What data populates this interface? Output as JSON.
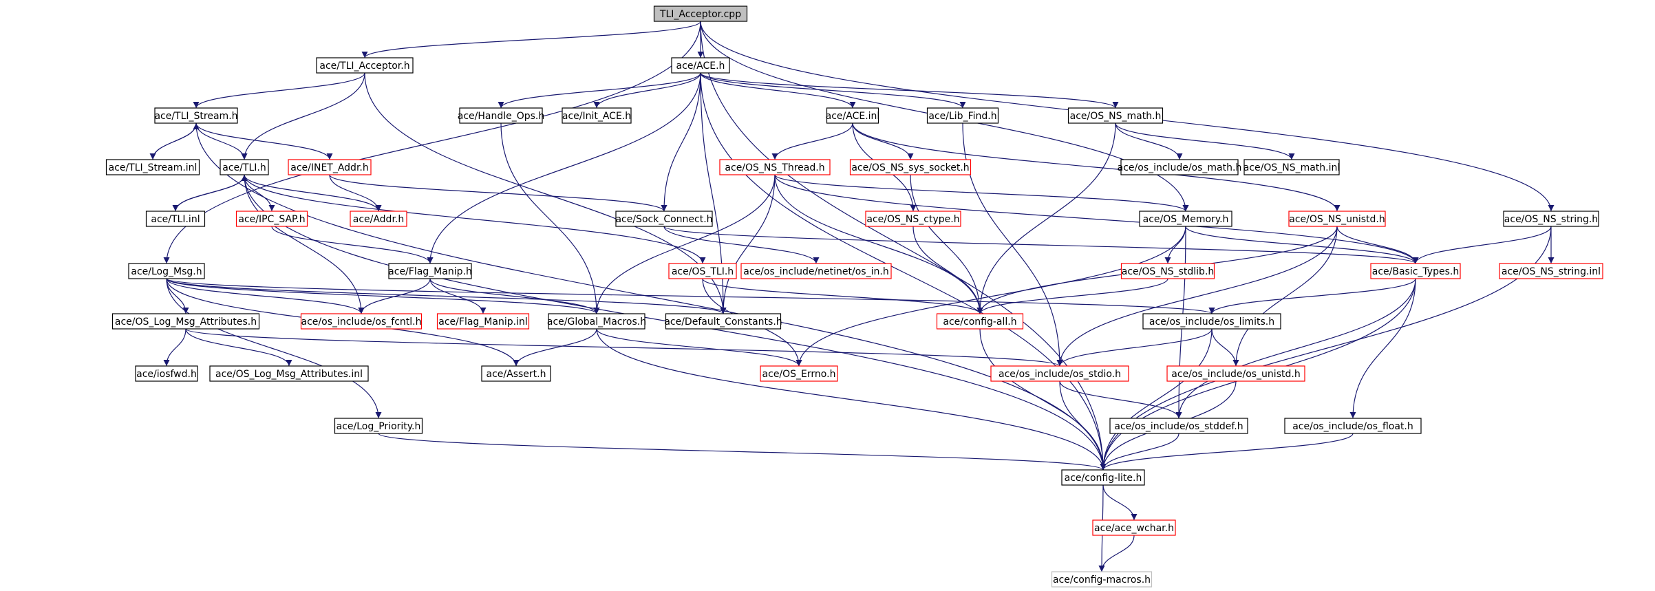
{
  "diagram": {
    "title": "",
    "colors": {
      "normal": "#000000",
      "missing": "#ff0000",
      "external": "#bfbfbf",
      "root_fill": "#bfbfbf",
      "edge": "#191970"
    },
    "nodes": [
      {
        "id": "root",
        "label": "TLI_Acceptor.cpp",
        "kind": "root"
      },
      {
        "id": "tliacc_h",
        "label": "ace/TLI_Acceptor.h",
        "kind": "normal"
      },
      {
        "id": "ace_h",
        "label": "ace/ACE.h",
        "kind": "normal"
      },
      {
        "id": "tli_stream_h",
        "label": "ace/TLI_Stream.h",
        "kind": "normal"
      },
      {
        "id": "handle_ops",
        "label": "ace/Handle_Ops.h",
        "kind": "normal"
      },
      {
        "id": "init_ace",
        "label": "ace/Init_ACE.h",
        "kind": "normal"
      },
      {
        "id": "ace_inl",
        "label": "ace/ACE.inl",
        "kind": "normal"
      },
      {
        "id": "lib_find",
        "label": "ace/Lib_Find.h",
        "kind": "normal"
      },
      {
        "id": "os_ns_math_h",
        "label": "ace/OS_NS_math.h",
        "kind": "normal"
      },
      {
        "id": "tli_stream_inl",
        "label": "ace/TLI_Stream.inl",
        "kind": "normal"
      },
      {
        "id": "tli_h",
        "label": "ace/TLI.h",
        "kind": "normal"
      },
      {
        "id": "inet_addr",
        "label": "ace/INET_Addr.h",
        "kind": "missing"
      },
      {
        "id": "os_ns_thread",
        "label": "ace/OS_NS_Thread.h",
        "kind": "missing"
      },
      {
        "id": "os_ns_sys_socket",
        "label": "ace/OS_NS_sys_socket.h",
        "kind": "missing"
      },
      {
        "id": "os_math_h",
        "label": "ace/os_include/os_math.h",
        "kind": "normal"
      },
      {
        "id": "os_ns_math_inl",
        "label": "ace/OS_NS_math.inl",
        "kind": "normal"
      },
      {
        "id": "tli_inl",
        "label": "ace/TLI.inl",
        "kind": "normal"
      },
      {
        "id": "ipc_sap",
        "label": "ace/IPC_SAP.h",
        "kind": "missing"
      },
      {
        "id": "addr_h",
        "label": "ace/Addr.h",
        "kind": "missing"
      },
      {
        "id": "sock_connect",
        "label": "ace/Sock_Connect.h",
        "kind": "normal"
      },
      {
        "id": "os_ns_ctype",
        "label": "ace/OS_NS_ctype.h",
        "kind": "missing"
      },
      {
        "id": "os_memory",
        "label": "ace/OS_Memory.h",
        "kind": "normal"
      },
      {
        "id": "os_ns_unistd",
        "label": "ace/OS_NS_unistd.h",
        "kind": "missing"
      },
      {
        "id": "os_ns_string_h",
        "label": "ace/OS_NS_string.h",
        "kind": "normal"
      },
      {
        "id": "log_msg",
        "label": "ace/Log_Msg.h",
        "kind": "normal"
      },
      {
        "id": "flag_manip_h",
        "label": "ace/Flag_Manip.h",
        "kind": "normal"
      },
      {
        "id": "os_tli",
        "label": "ace/OS_TLI.h",
        "kind": "missing"
      },
      {
        "id": "netinet_in",
        "label": "ace/os_include/netinet/os_in.h",
        "kind": "missing"
      },
      {
        "id": "os_ns_stdlib",
        "label": "ace/OS_NS_stdlib.h",
        "kind": "missing"
      },
      {
        "id": "basic_types",
        "label": "ace/Basic_Types.h",
        "kind": "missing"
      },
      {
        "id": "os_ns_string_inl",
        "label": "ace/OS_NS_string.inl",
        "kind": "missing"
      },
      {
        "id": "os_log_msg_attr_h",
        "label": "ace/OS_Log_Msg_Attributes.h",
        "kind": "normal"
      },
      {
        "id": "os_fcntl",
        "label": "ace/os_include/os_fcntl.h",
        "kind": "missing"
      },
      {
        "id": "flag_manip_inl",
        "label": "ace/Flag_Manip.inl",
        "kind": "missing"
      },
      {
        "id": "global_macros",
        "label": "ace/Global_Macros.h",
        "kind": "normal"
      },
      {
        "id": "default_constants",
        "label": "ace/Default_Constants.h",
        "kind": "normal"
      },
      {
        "id": "config_all",
        "label": "ace/config-all.h",
        "kind": "missing"
      },
      {
        "id": "os_limits",
        "label": "ace/os_include/os_limits.h",
        "kind": "normal"
      },
      {
        "id": "iosfwd",
        "label": "ace/iosfwd.h",
        "kind": "normal"
      },
      {
        "id": "os_log_msg_attr_inl",
        "label": "ace/OS_Log_Msg_Attributes.inl",
        "kind": "normal"
      },
      {
        "id": "assert_h",
        "label": "ace/Assert.h",
        "kind": "normal"
      },
      {
        "id": "os_errno",
        "label": "ace/OS_Errno.h",
        "kind": "missing"
      },
      {
        "id": "os_stdio",
        "label": "ace/os_include/os_stdio.h",
        "kind": "missing"
      },
      {
        "id": "os_unistd_h",
        "label": "ace/os_include/os_unistd.h",
        "kind": "missing"
      },
      {
        "id": "log_priority",
        "label": "ace/Log_Priority.h",
        "kind": "normal"
      },
      {
        "id": "os_stddef",
        "label": "ace/os_include/os_stddef.h",
        "kind": "normal"
      },
      {
        "id": "os_float",
        "label": "ace/os_include/os_float.h",
        "kind": "normal"
      },
      {
        "id": "config_lite",
        "label": "ace/config-lite.h",
        "kind": "normal"
      },
      {
        "id": "ace_wchar",
        "label": "ace/ace_wchar.h",
        "kind": "missing"
      },
      {
        "id": "config_macros",
        "label": "ace/config-macros.h",
        "kind": "external"
      }
    ],
    "edges": [
      [
        "root",
        "tliacc_h"
      ],
      [
        "root",
        "ace_h"
      ],
      [
        "root",
        "log_msg"
      ],
      [
        "root",
        "os_memory"
      ],
      [
        "root",
        "os_ns_string_h"
      ],
      [
        "root",
        "config_lite"
      ],
      [
        "tliacc_h",
        "tli_stream_h"
      ],
      [
        "tliacc_h",
        "tli_h"
      ],
      [
        "tliacc_h",
        "default_constants"
      ],
      [
        "ace_h",
        "handle_ops"
      ],
      [
        "ace_h",
        "init_ace"
      ],
      [
        "ace_h",
        "ace_inl"
      ],
      [
        "ace_h",
        "lib_find"
      ],
      [
        "ace_h",
        "os_ns_math_h"
      ],
      [
        "ace_h",
        "flag_manip_h"
      ],
      [
        "ace_h",
        "sock_connect"
      ],
      [
        "ace_h",
        "default_constants"
      ],
      [
        "ace_h",
        "config_lite"
      ],
      [
        "tli_stream_h",
        "tli_stream_inl"
      ],
      [
        "tli_stream_h",
        "tli_h"
      ],
      [
        "tli_stream_h",
        "inet_addr"
      ],
      [
        "tli_stream_h",
        "config_lite"
      ],
      [
        "tli_stream_inl",
        "tli_stream_h"
      ],
      [
        "handle_ops",
        "global_macros"
      ],
      [
        "ace_inl",
        "os_ns_thread"
      ],
      [
        "ace_inl",
        "os_ns_sys_socket"
      ],
      [
        "ace_inl",
        "os_ns_ctype"
      ],
      [
        "ace_inl",
        "os_ns_unistd"
      ],
      [
        "lib_find",
        "os_stdio"
      ],
      [
        "os_ns_math_h",
        "os_math_h"
      ],
      [
        "os_ns_math_h",
        "os_ns_math_inl"
      ],
      [
        "os_ns_math_h",
        "config_all"
      ],
      [
        "tli_h",
        "tli_inl"
      ],
      [
        "tli_h",
        "ipc_sap"
      ],
      [
        "tli_h",
        "addr_h"
      ],
      [
        "tli_h",
        "os_tli"
      ],
      [
        "tli_h",
        "os_fcntl"
      ],
      [
        "tli_h",
        "config_lite"
      ],
      [
        "tli_inl",
        "tli_h"
      ],
      [
        "inet_addr",
        "addr_h"
      ],
      [
        "inet_addr",
        "sock_connect"
      ],
      [
        "os_ns_thread",
        "os_memory"
      ],
      [
        "os_ns_thread",
        "global_macros"
      ],
      [
        "os_ns_thread",
        "default_constants"
      ],
      [
        "os_ns_thread",
        "config_all"
      ],
      [
        "os_ns_thread",
        "basic_types"
      ],
      [
        "os_ns_sys_socket",
        "config_all"
      ],
      [
        "ipc_sap",
        "flag_manip_h"
      ],
      [
        "sock_connect",
        "netinet_in"
      ],
      [
        "sock_connect",
        "basic_types"
      ],
      [
        "os_ns_ctype",
        "config_all"
      ],
      [
        "os_memory",
        "os_ns_stdlib"
      ],
      [
        "os_memory",
        "basic_types"
      ],
      [
        "os_memory",
        "os_errno"
      ],
      [
        "os_memory",
        "os_stddef"
      ],
      [
        "os_ns_unistd",
        "basic_types"
      ],
      [
        "os_ns_unistd",
        "config_all"
      ],
      [
        "os_ns_unistd",
        "os_stdio"
      ],
      [
        "os_ns_unistd",
        "os_unistd_h"
      ],
      [
        "os_ns_string_h",
        "basic_types"
      ],
      [
        "os_ns_string_h",
        "os_ns_string_inl"
      ],
      [
        "os_ns_string_h",
        "config_lite"
      ],
      [
        "log_msg",
        "os_log_msg_attr_h"
      ],
      [
        "log_msg",
        "global_macros"
      ],
      [
        "log_msg",
        "default_constants"
      ],
      [
        "log_msg",
        "assert_h"
      ],
      [
        "log_msg",
        "log_priority"
      ],
      [
        "log_msg",
        "os_limits"
      ],
      [
        "log_msg",
        "os_fcntl"
      ],
      [
        "flag_manip_h",
        "os_fcntl"
      ],
      [
        "flag_manip_h",
        "flag_manip_inl"
      ],
      [
        "flag_manip_h",
        "global_macros"
      ],
      [
        "os_tli",
        "config_all"
      ],
      [
        "os_tli",
        "os_errno"
      ],
      [
        "os_ns_stdlib",
        "config_all"
      ],
      [
        "basic_types",
        "os_limits"
      ],
      [
        "basic_types",
        "os_stddef"
      ],
      [
        "basic_types",
        "os_float"
      ],
      [
        "basic_types",
        "config_lite"
      ],
      [
        "os_log_msg_attr_h",
        "iosfwd"
      ],
      [
        "os_log_msg_attr_h",
        "os_log_msg_attr_inl"
      ],
      [
        "os_log_msg_attr_h",
        "os_stdio"
      ],
      [
        "global_macros",
        "assert_h"
      ],
      [
        "global_macros",
        "os_errno"
      ],
      [
        "global_macros",
        "config_lite"
      ],
      [
        "config_all",
        "config_lite"
      ],
      [
        "os_limits",
        "os_stdio"
      ],
      [
        "os_limits",
        "os_unistd_h"
      ],
      [
        "os_limits",
        "config_lite"
      ],
      [
        "os_stdio",
        "os_stddef"
      ],
      [
        "os_stdio",
        "config_lite"
      ],
      [
        "os_unistd_h",
        "config_lite"
      ],
      [
        "log_priority",
        "config_lite"
      ],
      [
        "os_stddef",
        "config_lite"
      ],
      [
        "os_float",
        "config_lite"
      ],
      [
        "config_lite",
        "ace_wchar"
      ],
      [
        "config_lite",
        "config_macros"
      ],
      [
        "ace_wchar",
        "config_macros"
      ]
    ]
  }
}
